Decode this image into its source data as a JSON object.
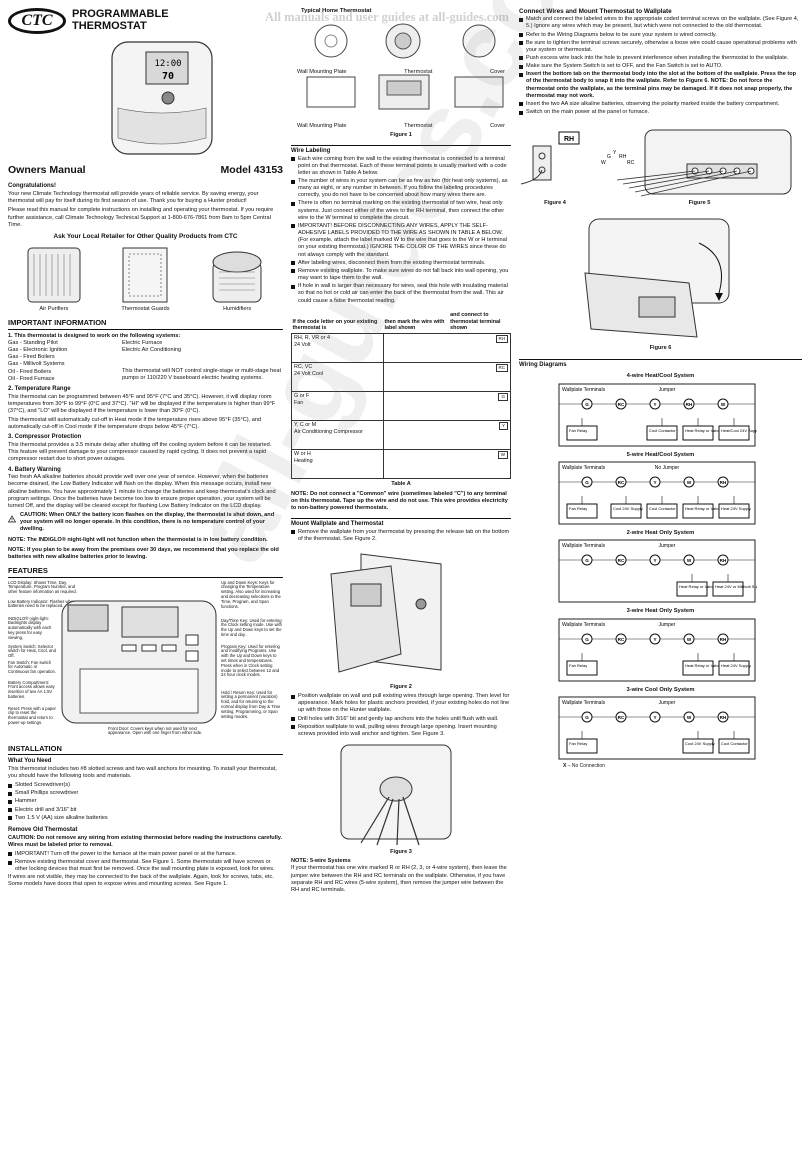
{
  "watermark": "All manuals and user guides at all-guides.com",
  "watermark_big": "all-guides.com",
  "logo": "CTC",
  "header": {
    "title_line1": "PROGRAMMABLE",
    "title_line2": "THERMOSTAT"
  },
  "display": {
    "time": "12:00",
    "temp": "70"
  },
  "owners_manual": "Owners Manual",
  "model": "Model 43153",
  "congrats": {
    "title": "Congratulations!",
    "p1": "Your new Climate Technology thermostat will provide years of reliable service. By saving energy, your thermostat will pay for itself during its first season of use. Thank you for buying a Hunter product!",
    "p2": "Please read this manual for complete instructions on installing and operating your thermostat. If you require further assistance, call Climate Technology Technical Support at 1-800-676-7861 from 8am to 5pm Central Time."
  },
  "retailer": {
    "title": "Ask Your Local Retailer for Other Quality Products from CTC",
    "products": [
      "Air Purifiers",
      "Thermostat Guards",
      "Humidifiers"
    ]
  },
  "important": {
    "title": "IMPORTANT INFORMATION",
    "s1_title": "1. This thermostat is designed to work on the following systems:",
    "systems_left": [
      "Gas - Standing Pilot",
      "Gas - Electronic Ignition",
      "Gas - Fired Boilers",
      "Gas - Millivolt Systems",
      "Oil - Fired Boilers",
      "Oil - Fired Furnace"
    ],
    "systems_right": [
      "Electric Furnace",
      "Electric Air Conditioning",
      "",
      "",
      "This thermostat will NOT control single-stage or multi-stage heat pumps or 110/220 V baseboard electric heating systems."
    ],
    "s2_title": "2. Temperature Range",
    "s2_text": "This thermostat can be programmed between 45°F and 95°F (7°C and 35°C). However, it will display room temperatures from 30°F to 99°F (0°C and 37°C). \"HI\" will be displayed if the temperature is higher than 99°F (37°C), and \"LO\" will be displayed if the temperature is lower than 30°F (0°C).",
    "s2_text2": "This thermostat will automatically cut-off in Heat mode if the temperature rises above 95°F (35°C), and automatically cut-off in Cool mode if the temperature drops below 45°F (7°C).",
    "s3_title": "3. Compressor Protection",
    "s3_text": "This thermostat provides a 3.5 minute delay after shutting off the cooling system before it can be restarted. This feature will prevent damage to your compressor caused by rapid cycling. It does not prevent a rapid compressor restart due to short power outages.",
    "s4_title": "4. Battery Warning",
    "s4_text": "Two fresh AA alkaline batteries should provide well over one year of service. However, when the batteries become drained, the Low Battery Indicator will flash on the display. When this message occurs, install new alkaline batteries. You have approximately 1 minute to change the batteries and keep thermostat's clock and program settings. Once the batteries have become too low to ensure proper operation, your system will be turned Off, and the display will be cleared except for flashing Low Battery Indicator on the LCD display.",
    "caution": "CAUTION: When ONLY the battery icon flashes on the display, the thermostat is shut down, and your system will no longer operate. In this condition, there is no temperature control of your dwelling.",
    "note1": "NOTE: The INDIGLO® night-light will not function when the thermostat is in low battery condition.",
    "note2": "NOTE: If you plan to be away from the premises over 30 days, we recommend that you replace the old batteries with new alkaline batteries prior to leaving."
  },
  "features": {
    "title": "FEATURES",
    "left": [
      "LCD Display: Shows Time, Day, Temperature, Program Number, and other feature information as required.",
      "Low Battery Indicator: Flashes when batteries need to be replaced.",
      "INDIGLO® night-light: Backlights display automatically with each key press for easy viewing.",
      "System Switch: Selector switch for Heat, Cool, and Off.",
      "Fan Switch: Fan switch for Automatic or Continuous fan operation.",
      "Battery Compartment: Front access allows easy insertion of two AA 1.5V batteries.",
      "Reset: Press with a paper clip to reset the thermostat and return to power-up settings."
    ],
    "right": [
      "Up and Down Keys: Keys for changing the Temperature setting. Also used for increasing and decreasing selections in the Time, Program, and Span functions.",
      "Day/Time Key: Used for entering the Clock setting mode. Use with the Up and Down keys to set the time and day.",
      "Program Key: Used for entering and modifying Programs. Use with the Up and Down keys to set times and temperatures. Press when in Clock setting mode to select between 12 and 24 hour clock modes.",
      "Hold / Return Key: Used for setting a permanent (vacation) hold, and for returning to the normal display from Day & Time setting, Programming, or Span setting modes."
    ],
    "bottom": "Front Door: Covers keys when not used for next appearance. Open with one finger from either side."
  },
  "installation": {
    "title": "INSTALLATION",
    "need_title": "What You Need",
    "need_intro": "This thermostat includes two #8 slotted screws and two wall anchors for mounting. To install your thermostat, you should have the following tools and materials.",
    "tools": [
      "Slotted Screwdriver(s)",
      "Small Phillips screwdriver",
      "Hammer",
      "Electric drill and 3/16\" bit",
      "Two 1.5 V (AA) size alkaline batteries"
    ],
    "remove_title": "Remove Old Thermostat",
    "remove_caution": "CAUTION: Do not remove any wiring from existing thermostat before reading the instructions carefully. Wires must be labeled prior to removal.",
    "remove_items": [
      "IMPORTANT! Turn off the power to the furnace at the main power panel or at the furnace.",
      "Remove existing thermostat cover and thermostat. See Figure 1. Some thermostats will have screws or other locking devices that must first be removed. Once the wall mounting plate is exposed, look for wires."
    ],
    "remove_tail": "If wires are not visible, they may be connected to the back of the wallplate. Again, look for screws, tabs, etc. Some models have doors that open to expose wires and mounting screws. See Figure 1."
  },
  "figure1": {
    "title": "Typical Home Thermostat",
    "labels": [
      "Wall Mounting Plate",
      "Thermostat",
      "Cover",
      "Wall Mounting Plate",
      "Thermostat",
      "Cover"
    ],
    "caption": "Figure 1"
  },
  "wire_labeling": {
    "title": "Wire Labeling",
    "items": [
      "Each wire coming from the wall to the existing thermostat is connected to a terminal point on that thermostat. Each of these terminal points is usually marked with a code letter as shown in Table A below.",
      "The number of wires in your system can be as few as two (for heat only systems), as many as eight, or any number in between. If you follow the labeling procedures correctly, you do not have to be concerned about how many wires there are.",
      "There is often no terminal marking on the existing thermostat of two wire, heat only systems. Just connect either of the wires to the RH terminal, then connect the other wire to the W terminal to complete the circuit.",
      "IMPORTANT! BEFORE DISCONNECTING ANY WIRES, APPLY THE SELF-ADHESIVE LABELS PROVIDED TO THE WIRE AS SHOWN IN TABLE A BELOW. (For example, attach the label marked W to the wire that goes to the W or H terminal on your existing thermostat.) IGNORE THE COLOR OF THE WIRES since these do not always comply with the standard.",
      "After labeling wires, disconnect them from the existing thermostat terminals.",
      "Remove existing wallplate. To make sure wires do not fall back into wall opening, you may want to tape them to the wall.",
      "If hole in wall is larger than necessary for wires, seal this hole with insulating material so that no hot or cold air can enter the back of the thermostat from the wall. This air could cause a false thermostat reading."
    ]
  },
  "tableA": {
    "headers": [
      "If the code letter on your existing thermostat is",
      "then mark the wire with label shown",
      "and connect to thermostat terminal shown"
    ],
    "rows": [
      {
        "code": "RH, R, VR or 4",
        "desc": "24 Volt",
        "label": "RH"
      },
      {
        "code": "RC, VC",
        "desc": "24 Volt Cool",
        "label": "RC"
      },
      {
        "code": "G or F",
        "desc": "Fan",
        "label": "G"
      },
      {
        "code": "Y, C or M",
        "desc": "Air Conditioning Compressor",
        "label": "Y"
      },
      {
        "code": "W or H",
        "desc": "Heating",
        "label": "W"
      }
    ],
    "caption": "Table A",
    "note": "NOTE: Do not connect a \"Common\" wire (sometimes labeled \"C\") to any terminal on this thermostat. Tape up the wire and do not use. This wire provides electricity to non-battery powered thermostats."
  },
  "mount": {
    "title": "Mount Wallplate and Thermostat",
    "item1": "Remove the wallplate from your thermostat by pressing the release tab on the bottom of the thermostat. See Figure 2.",
    "fig2": "Figure 2",
    "items": [
      "Position wallplate on wall and pull existing wires through large opening. Then level for appearance. Mark holes for plastic anchors provided, if your existing holes do not line up with those on the Hunter wallplate.",
      "Drill holes with 3/16\" bit and gently tap anchors into the holes until flush with wall.",
      "Reposition wallplate to wall, pulling wires through large opening. Insert mounting screws provided into wall anchor and tighten. See Figure 3."
    ],
    "fig3": "Figure 3",
    "note_title": "NOTE: 5-wire Systems",
    "note_text": "If your thermostat has one wire marked R or RH (2, 3, or 4-wire system), then leave the jumper wire between the RH and RC terminals on the wallplate. Otherwise, if you have separate RH and RC wires (5-wire system), then remove the jumper wire between the RH and RC terminals."
  },
  "connect": {
    "title": "Connect Wires and Mount Thermostat to Wallplate",
    "items": [
      "Match and connect the labeled wires to the appropriate coded terminal screws on the wallplate. (See Figure 4, 5.) Ignore any wires which may be present, but which were not connected to the old thermostat.",
      "Refer to the Wiring Diagrams below to be sure your system is wired correctly.",
      "Be sure to tighten the terminal screws securely, otherwise a loose wire could cause operational problems with your system or thermostat.",
      "Push excess wire back into the hole to prevent interference when installing the thermostat to the wallplate.",
      "Make sure the System Switch is set to OFF, and the Fan Switch is set to AUTO.",
      "Insert the bottom tab on the thermostat body into the slot at the bottom of the wallplate. Press the top of the thermostat body to snap it into the wallplate. Refer to Figure 6. NOTE: Do not force the thermostat onto the wallplate, as the terminal pins may be damaged. If it does not snap properly, the thermostat may not work.",
      "Insert the two AA size alkaline batteries, observing the polarity marked inside the battery compartment.",
      "Switch on the main power at the panel or furnace."
    ],
    "fig4": "Figure 4",
    "fig5": "Figure 5",
    "fig6": "Figure 6",
    "rh": "RH",
    "wire_letters": [
      "W",
      "G",
      "Y",
      "RH",
      "RC"
    ]
  },
  "wiring": {
    "title": "Wiring Diagrams",
    "wallplate": "Wallplate Terminals",
    "diagrams": [
      {
        "title": "4-wire Heat/Cool System",
        "jumper": "Jumper",
        "terminals": [
          "G",
          "RC",
          "Y",
          "RH",
          "W"
        ],
        "boxes": [
          "Fan Relay",
          "Cool Contactor",
          "Heat Relay or Valve",
          "Heat/Cool 24V Supply"
        ]
      },
      {
        "title": "5-wire Heat/Cool System",
        "jumper": "No Jumper",
        "terminals": [
          "G",
          "RC",
          "Y",
          "W",
          "RH"
        ],
        "boxes": [
          "Fan Relay",
          "Cool 24V Supply",
          "Cool Contactor",
          "Heat Relay or Valve",
          "Heat 24V Supply"
        ]
      },
      {
        "title": "2-wire Heat Only System",
        "jumper": "Jumper",
        "terminals": [
          "G",
          "RC",
          "Y",
          "W",
          "RH"
        ],
        "boxes": [
          "Heat Relay or Valve",
          "Heat 24V or Millivolt Supply"
        ]
      },
      {
        "title": "3-wire Heat Only System",
        "jumper": "Jumper",
        "terminals": [
          "G",
          "RC",
          "Y",
          "W",
          "RH"
        ],
        "boxes": [
          "Fan Relay",
          "Heat Relay or Valve",
          "Heat 24V Supply"
        ]
      },
      {
        "title": "3-wire Cool Only System",
        "jumper": "Jumper",
        "terminals": [
          "G",
          "RC",
          "Y",
          "W",
          "RH"
        ],
        "boxes": [
          "Fan Relay",
          "Cool 24V Supply",
          "Cool Contactor"
        ]
      }
    ],
    "legend": "– No Connection",
    "legend_mark": "X"
  }
}
